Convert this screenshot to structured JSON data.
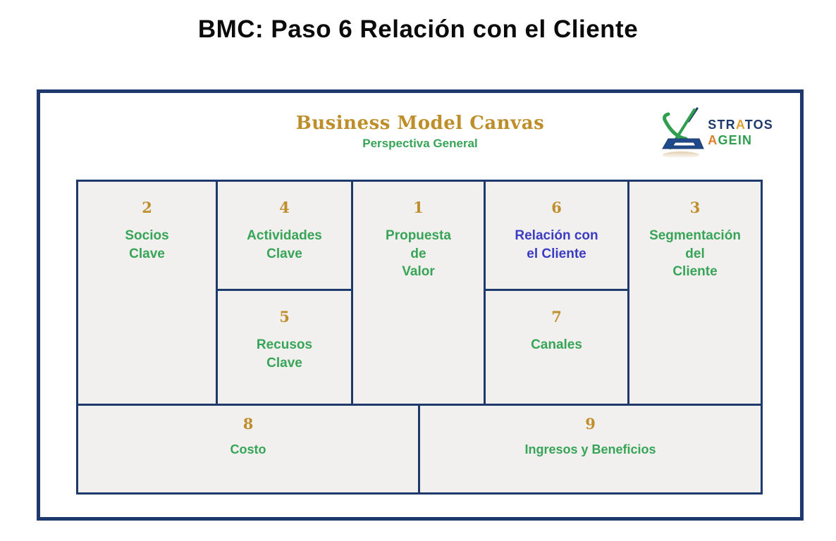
{
  "page_title": "BMC: Paso 6 Relación con el Cliente",
  "canvas_header": {
    "title": "Business Model Canvas",
    "subtitle": "Perspectiva General"
  },
  "logo": {
    "name": "STRATOS AGEIN",
    "line1": {
      "pre": "STR",
      "accent": "A",
      "post": "TOS"
    },
    "line2": {
      "accent": "A",
      "post": "GEIN"
    }
  },
  "colors": {
    "border_navy": "#1e3a6c",
    "cell_background": "#f1f0ee",
    "label_green": "#38a457",
    "number_gold": "#bf8f2e",
    "header_gold": "#bd8e2a",
    "highlight_blue": "#3b3bc3",
    "logo_gold": "#e2a232",
    "logo_orange": "#df7f2b",
    "logo_green": "#2f9e4e"
  },
  "blocks": {
    "socios": {
      "number": "2",
      "lines": [
        "Socios",
        "Clave"
      ]
    },
    "actividades": {
      "number": "4",
      "lines": [
        "Actividades",
        "Clave"
      ]
    },
    "recursos": {
      "number": "5",
      "lines": [
        "Recusos",
        "Clave"
      ]
    },
    "propuesta": {
      "number": "1",
      "lines": [
        "Propuesta",
        "de",
        "Valor"
      ]
    },
    "relacion": {
      "number": "6",
      "lines": [
        "Relación con",
        "el Cliente"
      ],
      "highlighted": true
    },
    "canales": {
      "number": "7",
      "lines": [
        "Canales"
      ]
    },
    "segmentacion": {
      "number": "3",
      "lines": [
        "Segmentación",
        "del",
        "Cliente"
      ]
    },
    "costo": {
      "number": "8",
      "lines": [
        "Costo"
      ]
    },
    "ingresos": {
      "number": "9",
      "lines": [
        "Ingresos y Beneficios"
      ]
    }
  }
}
